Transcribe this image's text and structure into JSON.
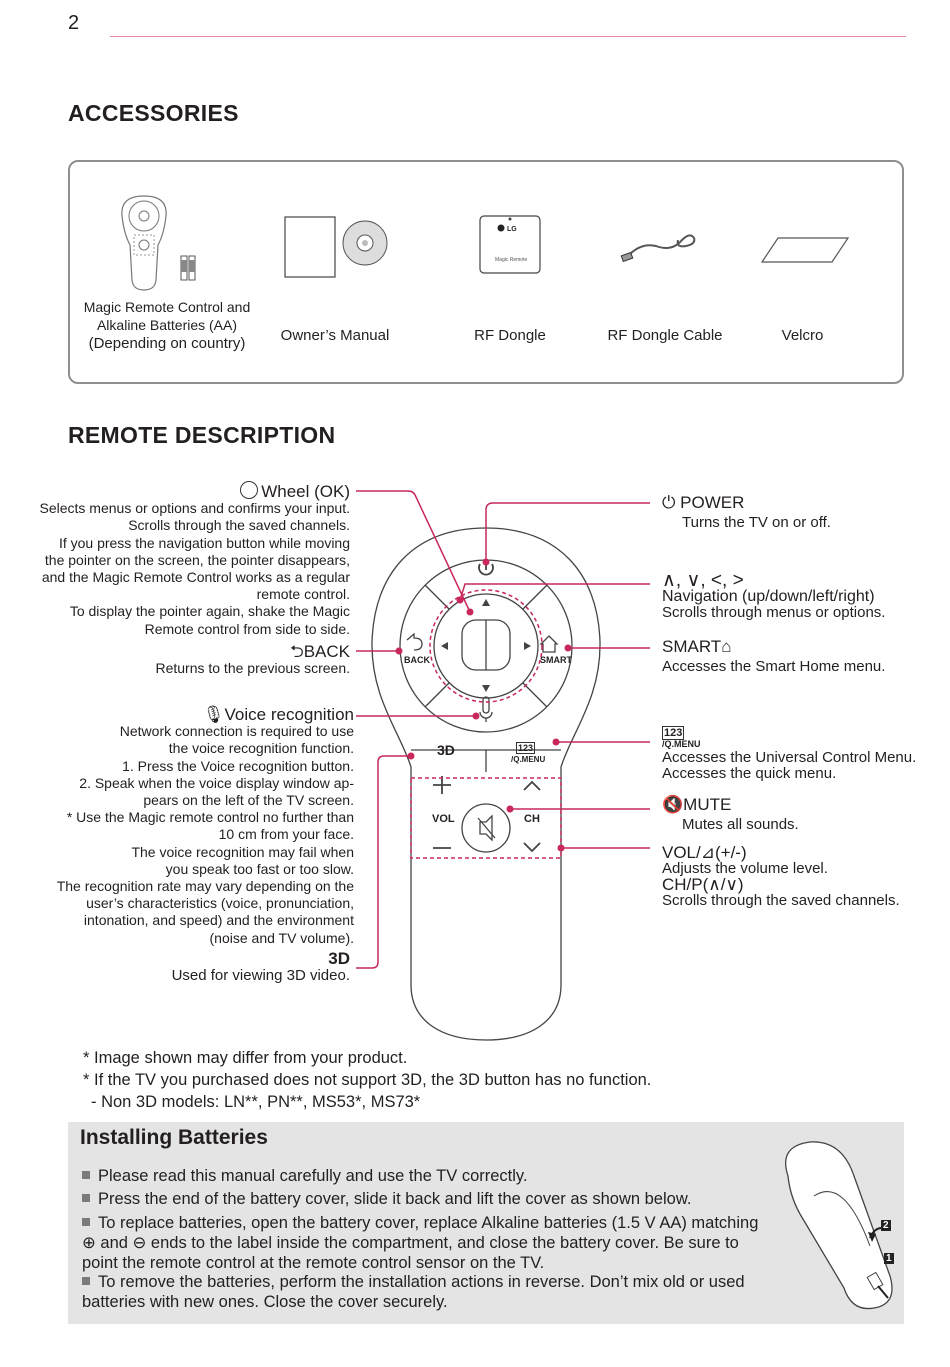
{
  "page_number": "2",
  "accessories": {
    "title": "ACCESSORIES",
    "items": [
      {
        "label": "Magic Remote Control and Alkaline Batteries (AA)",
        "note": "(Depending on country)",
        "icon": "remote-and-batteries-icon"
      },
      {
        "label": "Owner’s Manual",
        "icon": "manual-and-cd-icon"
      },
      {
        "label": "RF Dongle",
        "icon": "rf-dongle-icon",
        "device_text": "LG",
        "device_subtext": "Magic Remote"
      },
      {
        "label": "RF Dongle Cable",
        "icon": "cable-icon"
      },
      {
        "label": "Velcro",
        "icon": "velcro-icon"
      }
    ]
  },
  "remote": {
    "title": "REMOTE DESCRIPTION",
    "button_labels": {
      "back": "BACK",
      "smart": "SMART",
      "vol": "VOL",
      "ch": "CH",
      "qmenu": "/Q.MENU",
      "three_d": "3D",
      "qmenu_digits": "123"
    },
    "left": {
      "wheel": {
        "title": "Wheel (OK)",
        "lines": [
          "Selects menus or options and confirms your input.",
          "Scrolls through the saved channels.",
          "If you press the navigation button while moving",
          "the pointer on the screen, the pointer disappears,",
          "and the Magic Remote Control works as a regular",
          "remote control.",
          "To display the pointer again, shake the Magic",
          "Remote control from side to side."
        ]
      },
      "back": {
        "title": "BACK",
        "lines": [
          "Returns to the previous screen."
        ]
      },
      "voice": {
        "title": "Voice recognition",
        "lines": [
          "Network connection is required to use",
          "the voice recognition function.",
          "1. Press the Voice recognition button.",
          "2. Speak when the voice display window ap-",
          "pears on the left of the TV screen.",
          "* Use the Magic remote control no further than",
          "10 cm from your face.",
          "The voice recognition may fail when",
          "you speak too fast or too slow.",
          "The recognition rate may vary depending on the",
          "user’s characteristics (voice, pronunciation,",
          "intonation, and speed) and the environment",
          "(noise and TV volume)."
        ]
      },
      "three_d": {
        "title": "3D",
        "lines": [
          "Used for viewing 3D video."
        ]
      }
    },
    "right": {
      "power": {
        "title": "POWER",
        "desc": "Turns the TV on or off."
      },
      "navigation": {
        "symbols": "∧, ∨, <, >",
        "title": "Navigation (up/down/left/right)",
        "desc": "Scrolls through menus or options."
      },
      "smart": {
        "title": "SMART",
        "desc": "Accesses the Smart Home menu."
      },
      "qmenu": {
        "title": "123",
        "subtitle": "/Q.MENU",
        "lines": [
          "Accesses the Universal Control Menu.",
          "Accesses the quick menu."
        ]
      },
      "mute": {
        "title": "MUTE",
        "desc": "Mutes all sounds."
      },
      "vol": {
        "title": "VOL/⊿(+/-)",
        "desc": "Adjusts the volume level."
      },
      "ch": {
        "title": "CH/P(∧/∨)",
        "desc": "Scrolls through the saved channels."
      }
    },
    "notes": [
      "* Image shown may differ from your product.",
      "* If the TV you purchased does not support 3D, the 3D button has no function.",
      "- Non 3D models: LN**, PN**, MS53*, MS73*"
    ]
  },
  "batteries": {
    "title": "Installing Batteries",
    "items": [
      "Please read this manual carefully and use the TV correctly.",
      "Press the end of the battery cover, slide it back and lift the cover as shown below.",
      "To replace batteries, open the battery cover, replace Alkaline batteries (1.5 V AA) matching ⊕ and ⊖ ends to the label inside the compartment, and close the battery cover. Be sure to point the remote control at the remote control sensor on the TV.",
      "To remove the batteries, perform the installation actions in reverse. Don’t mix old or used batteries with new ones. Close the cover securely."
    ],
    "step_labels": [
      "2",
      "1"
    ]
  },
  "colors": {
    "accent": "#c8285a",
    "box_border": "#8f8f8f",
    "battery_bg": "#e4e4e4"
  }
}
